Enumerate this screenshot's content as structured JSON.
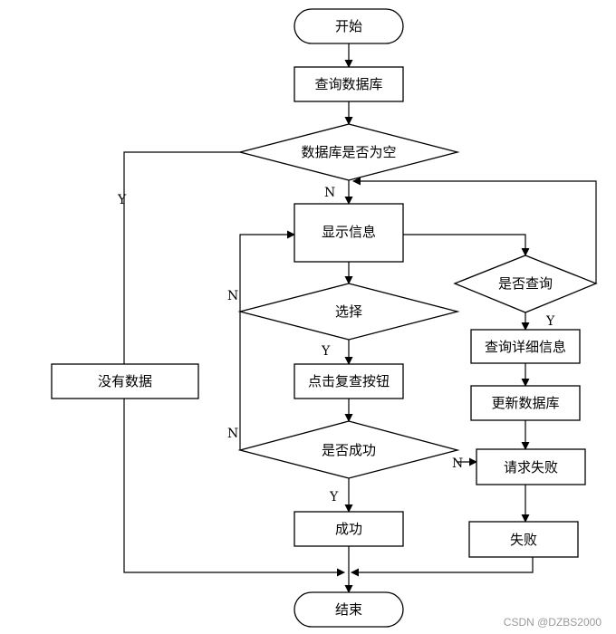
{
  "nodes": {
    "start": "开始",
    "query_db": "查询数据库",
    "db_empty": "数据库是否为空",
    "show_info": "显示信息",
    "select": "选择",
    "click_review": "点击复查按钮",
    "is_success": "是否成功",
    "success": "成功",
    "end": "结束",
    "no_data": "没有数据",
    "is_query": "是否查询",
    "query_detail": "查询详细信息",
    "update_db": "更新数据库",
    "request_fail": "请求失败",
    "fail": "失败"
  },
  "edge_labels": {
    "empty_yes": "Y",
    "empty_no": "N",
    "select_no": "N",
    "success_no_loop": "N",
    "success_no_right": "N",
    "success_yes": "Y",
    "query_yes": "Y"
  },
  "watermark": "CSDN @DZBS2000"
}
